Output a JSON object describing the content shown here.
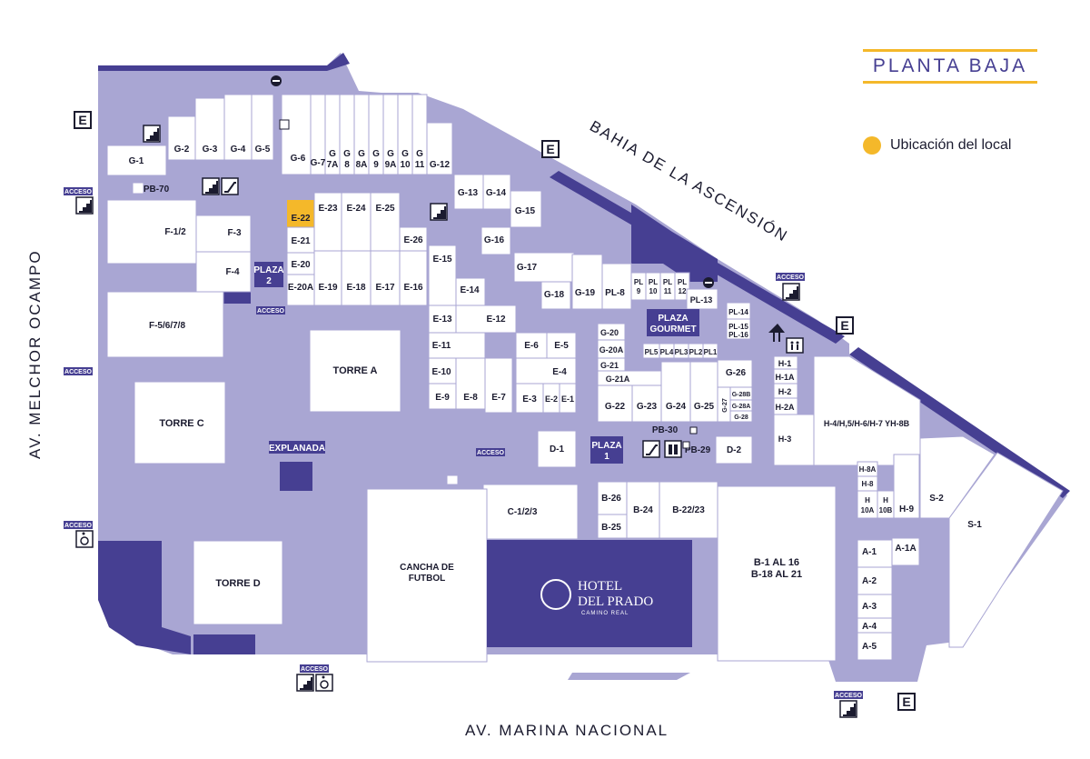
{
  "title": "PLANTA BAJA",
  "legend": {
    "label": "Ubicación del local",
    "color": "#f4b82a"
  },
  "colors": {
    "corridor": "#a9a6d3",
    "dark": "#463f92",
    "highlight": "#f4b82a"
  },
  "streets": {
    "west": "AV. MELCHOR OCAMPO",
    "south": "AV. MARINA NACIONAL",
    "northeast": "BAHIA DE LA ASCENSIÓN"
  },
  "plazas": {
    "plaza2": [
      "PLAZA",
      "2"
    ],
    "plaza1": [
      "PLAZA",
      "1"
    ],
    "gourmet": [
      "PLAZA",
      "GOURMET"
    ],
    "explanada": "EXPLANADA"
  },
  "acceso": "ACCESO",
  "entrance_marker": "E",
  "hotel": {
    "name_line1": "HOTEL",
    "name_line2": "DEL PRADO",
    "tagline": "CAMINO REAL"
  },
  "highlighted_unit": "E-22",
  "units": {
    "G-1": "G-1",
    "G-2": "G-2",
    "G-3": "G-3",
    "G-4": "G-4",
    "G-5": "G-5",
    "G-6": "G-6",
    "G-7": "G-7",
    "G-7A": [
      "G",
      "7A"
    ],
    "G-8": [
      "G",
      "8"
    ],
    "G-8A": [
      "G",
      "8A"
    ],
    "G-9": [
      "G",
      "9"
    ],
    "G-9A": [
      "G",
      "9A"
    ],
    "G-10": [
      "G",
      "10"
    ],
    "G-11": [
      "G",
      "11"
    ],
    "G-12": "G-12",
    "G-13": "G-13",
    "G-14": "G-14",
    "G-15": "G-15",
    "G-16": "G-16",
    "G-17": "G-17",
    "G-18": "G-18",
    "G-19": "G-19",
    "PL-8": "PL-8",
    "PL-9": [
      "PL",
      "9"
    ],
    "PL-10": [
      "PL",
      "10"
    ],
    "PL-11": [
      "PL",
      "11"
    ],
    "PL-12": [
      "PL",
      "12"
    ],
    "PL-13": "PL-13",
    "PL-14": "PL-14",
    "PL-15": [
      "PL-15",
      "PL-16"
    ],
    "PB-70": "PB-70",
    "PB-30": "PB-30",
    "PB-29": "PB-29",
    "F-1/2": "F-1/2",
    "F-3": "F-3",
    "F-4": "F-4",
    "F-5/6/7/8": "F-5/6/7/8",
    "E-22": "E-22",
    "E-23": "E-23",
    "E-24": "E-24",
    "E-25": "E-25",
    "E-26": "E-26",
    "E-21": "E-21",
    "E-20": "E-20",
    "E-20A": "E-20A",
    "E-19": "E-19",
    "E-18": "E-18",
    "E-17": "E-17",
    "E-16": "E-16",
    "E-15": "E-15",
    "E-14": "E-14",
    "E-13": "E-13",
    "E-12": "E-12",
    "E-11": "E-11",
    "E-10": "E-10",
    "E-9": "E-9",
    "E-8": "E-8",
    "E-7": "E-7",
    "E-6": "E-6",
    "E-5": "E-5",
    "E-4": "E-4",
    "E-3": "E-3",
    "E-2": "E-2",
    "E-1": "E-1",
    "G-20": "G-20",
    "G-20A": "G-20A",
    "G-21": "G-21",
    "G-21A": "G-21A",
    "G-22": "G-22",
    "G-23": "G-23",
    "G-24": "G-24",
    "G-25": "G-25",
    "G-26": "G-26",
    "G-27": "G-27",
    "G-28B": "G-28B",
    "G-28A": "G-28A",
    "G-28": "G-28",
    "PL5": "PL5",
    "PL4": "PL4",
    "PL3": "PL3",
    "PL2": "PL2",
    "PL1": "PL1",
    "H-1": "H-1",
    "H-1A": "H-1A",
    "H-2": "H-2",
    "H-2A": "H-2A",
    "H-3": "H-3",
    "H-4": "H-4/H,5/H-6/H-7 YH-8B",
    "H-8A": "H-8A",
    "H-8": "H-8",
    "H-10A": [
      "H",
      "10A"
    ],
    "H-10B": [
      "H",
      "10B"
    ],
    "H-9": "H-9",
    "D-1": "D-1",
    "D-2": "D-2",
    "B-26": "B-26",
    "B-25": "B-25",
    "B-24": "B-24",
    "B-22/23": "B-22/23",
    "B-1": [
      "B-1 AL 16",
      "B-18 AL 21"
    ],
    "C-1/2/3": "C-1/2/3",
    "S-1": "S-1",
    "S-2": "S-2",
    "A-1": "A-1",
    "A-1A": "A-1A",
    "A-2": "A-2",
    "A-3": "A-3",
    "A-4": "A-4",
    "A-5": "A-5",
    "torre_a": "TORRE A",
    "torre_c": "TORRE C",
    "torre_d": "TORRE D",
    "cancha": [
      "CANCHA DE",
      "FUTBOL"
    ]
  }
}
